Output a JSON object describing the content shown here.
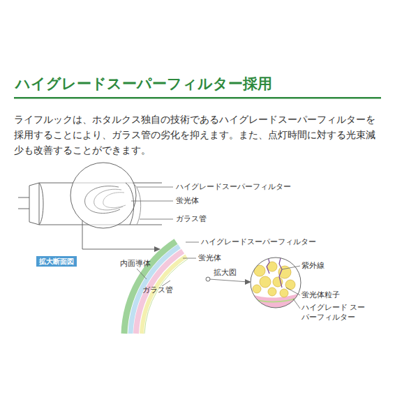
{
  "diagram": {
    "title": "ハイグレードスーパーフィルター採用",
    "nodes": [
      {
        "text": [
          "拡大断面図"
        ]
      }
    ],
    "edges": [],
    "labels": [
      "ライフルックは、ホタルクス独自の技術であるハイグレードスーパーフィルターを採用することにより、ガラス管の劣化を抑えます。また、点灯時間に対する光束減少も改善することができます。",
      "ハイグレードスーパーフィルター",
      "蛍光体",
      "ガラス管",
      "ハイグレードスーパーフィルター",
      "蛍光体",
      "内面導体",
      "ガラス管",
      "拡大図",
      "紫外線",
      "蛍光体粒子",
      "ハイグレード スーパーフィルター"
    ]
  }
}
